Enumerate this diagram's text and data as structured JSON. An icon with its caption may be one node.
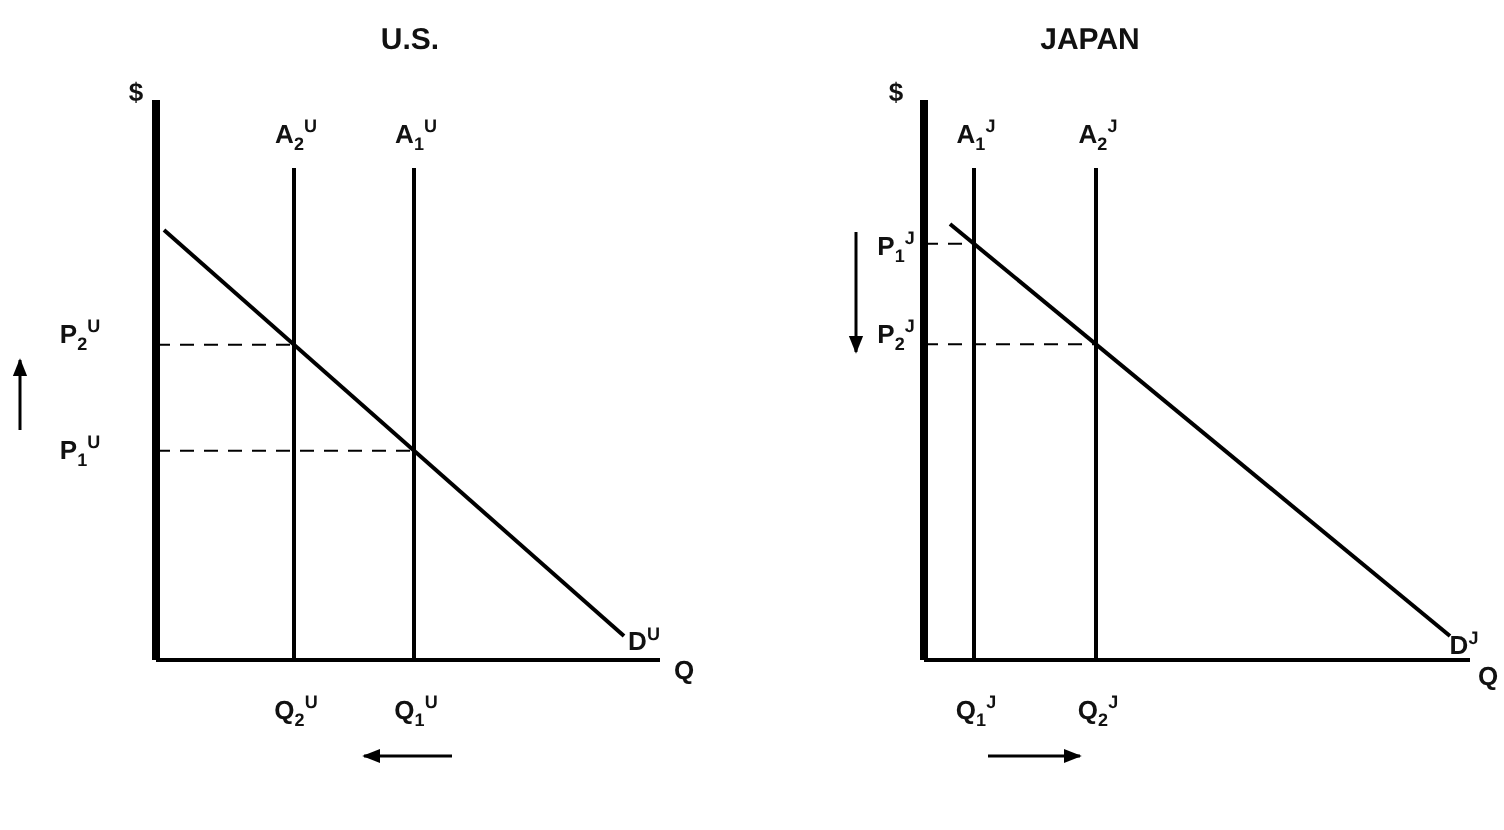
{
  "diagram": {
    "labels": [
      "U.S.",
      "JAPAN",
      "$",
      "A$_{2}$$^{U}$",
      "A$_{1}$$^{U}$",
      "$",
      "A$_{1}$$^{J}$",
      "A$_{2}$$^{J}$",
      "P$_{1}$$^{J}$",
      "P$_{2}$$^{U}$",
      "P$_{2}$$^{J}$",
      "P$_{1}$$^{U}$",
      "D$^{U}$",
      "D$^{J}$",
      "Q",
      "Q",
      "Q$_{2}$$^{U}$",
      "Q$_{1}$$^{U}$",
      "Q$_{1}$$^{J}$",
      "Q$_{2}$$^{J}$"
    ]
  }
}
